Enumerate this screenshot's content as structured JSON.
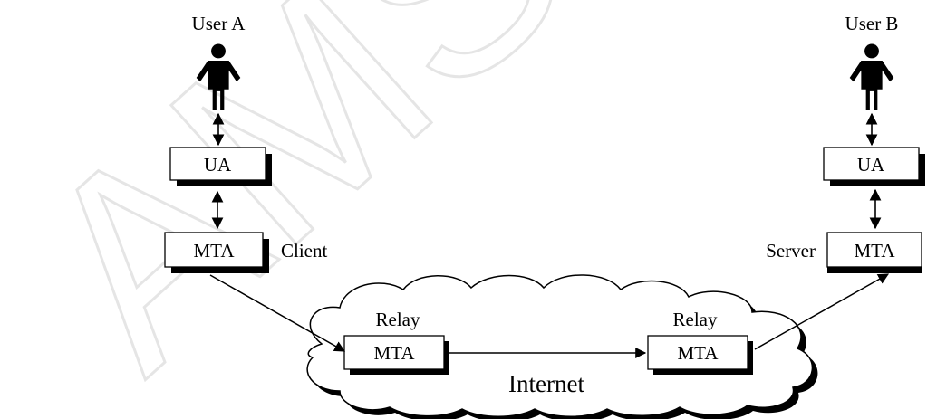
{
  "watermark": {
    "text": "AMS"
  },
  "user_a": {
    "label": "User A",
    "ua": "UA",
    "mta": "MTA",
    "mta_role": "Client"
  },
  "user_b": {
    "label": "User B",
    "ua": "UA",
    "mta": "MTA",
    "mta_role": "Server"
  },
  "relay_left": {
    "label": "Relay",
    "mta": "MTA"
  },
  "relay_right": {
    "label": "Relay",
    "mta": "MTA"
  },
  "cloud": {
    "label": "Internet"
  },
  "colors": {
    "ink": "#000000",
    "shadow": "#000000",
    "watermark": "#d6d6d6"
  }
}
